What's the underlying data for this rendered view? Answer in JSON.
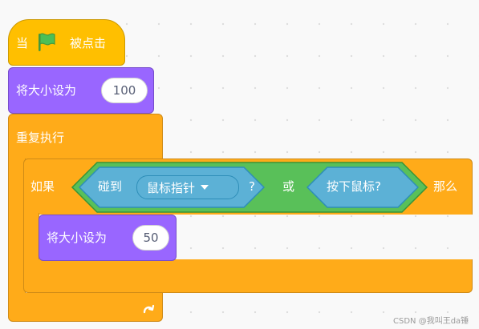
{
  "script": {
    "hat": {
      "prefix": "当",
      "suffix": "被点击",
      "icon": "green-flag-icon"
    },
    "set_size_1": {
      "label": "将大小设为",
      "value": "100"
    },
    "forever": {
      "label": "重复执行",
      "icon": "loop-arrow-icon"
    },
    "if_block": {
      "if_label": "如果",
      "then_label": "那么",
      "condition": {
        "or_label": "或",
        "touching": {
          "label": "碰到",
          "menu_value": "鼠标指针",
          "question": "?"
        },
        "mouse_down": {
          "label": "按下鼠标?"
        }
      },
      "set_size_2": {
        "label": "将大小设为",
        "value": "50"
      }
    }
  },
  "watermark": "CSDN @我叫王da锤",
  "colors": {
    "control": "#ffab19",
    "looks": "#9966ff",
    "sensing": "#5cb1d6",
    "operators": "#59c059",
    "event": "#ffbf00",
    "flag": "#4cbf56"
  }
}
